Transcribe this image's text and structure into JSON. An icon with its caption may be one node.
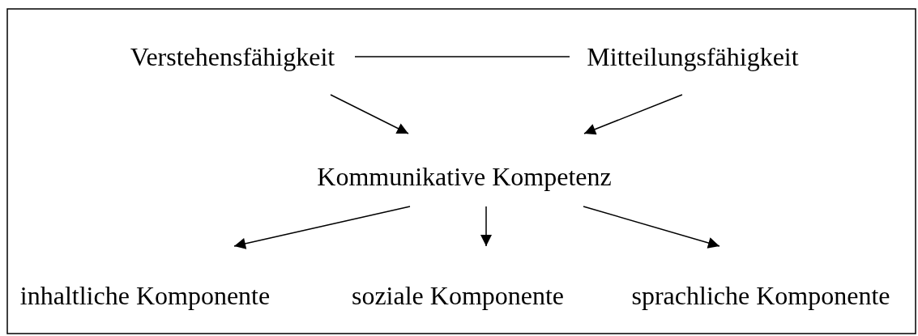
{
  "diagram": {
    "nodes": [
      {
        "text": [
          "Verstehensfähigkeit"
        ]
      },
      {
        "text": [
          "Mitteilungsfähigkeit"
        ]
      },
      {
        "text": [
          "Kommunikative Kompetenz"
        ]
      },
      {
        "text": [
          "inhaltliche Komponente"
        ]
      },
      {
        "text": [
          "soziale Komponente"
        ]
      },
      {
        "text": [
          "sprachliche Komponente"
        ]
      }
    ],
    "edges": [
      {
        "from": 0,
        "to": 1,
        "arrow": "none"
      },
      {
        "from": 0,
        "to": 2,
        "arrow": "to"
      },
      {
        "from": 1,
        "to": 2,
        "arrow": "to"
      },
      {
        "from": 2,
        "to": 3,
        "arrow": "to"
      },
      {
        "from": 2,
        "to": 4,
        "arrow": "to"
      },
      {
        "from": 2,
        "to": 5,
        "arrow": "to"
      }
    ]
  }
}
